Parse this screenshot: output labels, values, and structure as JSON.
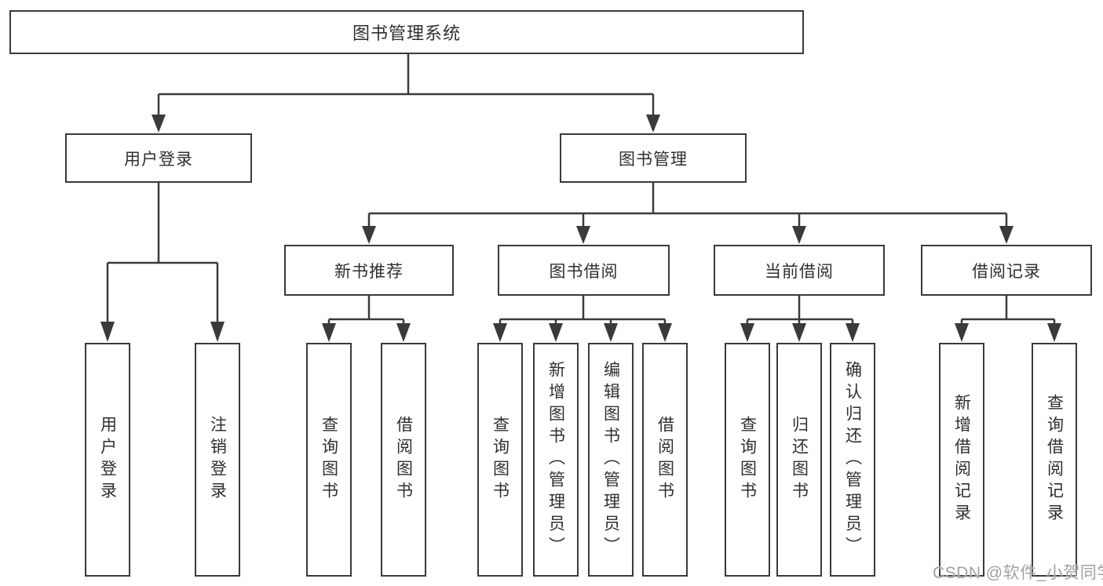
{
  "colors": {
    "line": "#3a3a3a",
    "text": "#2f2f2f",
    "box-fill": "#ffffff",
    "watermark-color": "#a1a1a1"
  },
  "root": {
    "label": "图书管理系统"
  },
  "level1": [
    {
      "label": "用户登录"
    },
    {
      "label": "图书管理"
    }
  ],
  "level2": [
    {
      "label": "新书推荐"
    },
    {
      "label": "图书借阅"
    },
    {
      "label": "当前借阅"
    },
    {
      "label": "借阅记录"
    }
  ],
  "leaves": [
    {
      "label": "用户登录"
    },
    {
      "label": "注销登录"
    },
    {
      "label": "查询图书"
    },
    {
      "label": "借阅图书"
    },
    {
      "label": "查询图书"
    },
    {
      "label": "新增图书（管理员）"
    },
    {
      "label": "编辑图书（管理员）"
    },
    {
      "label": "借阅图书"
    },
    {
      "label": "查询图书"
    },
    {
      "label": "归还图书"
    },
    {
      "label": "确认归还（管理员）"
    },
    {
      "label": "新增借阅记录"
    },
    {
      "label": "查询借阅记录"
    }
  ],
  "watermark": "CSDN @软件_小贺同学"
}
